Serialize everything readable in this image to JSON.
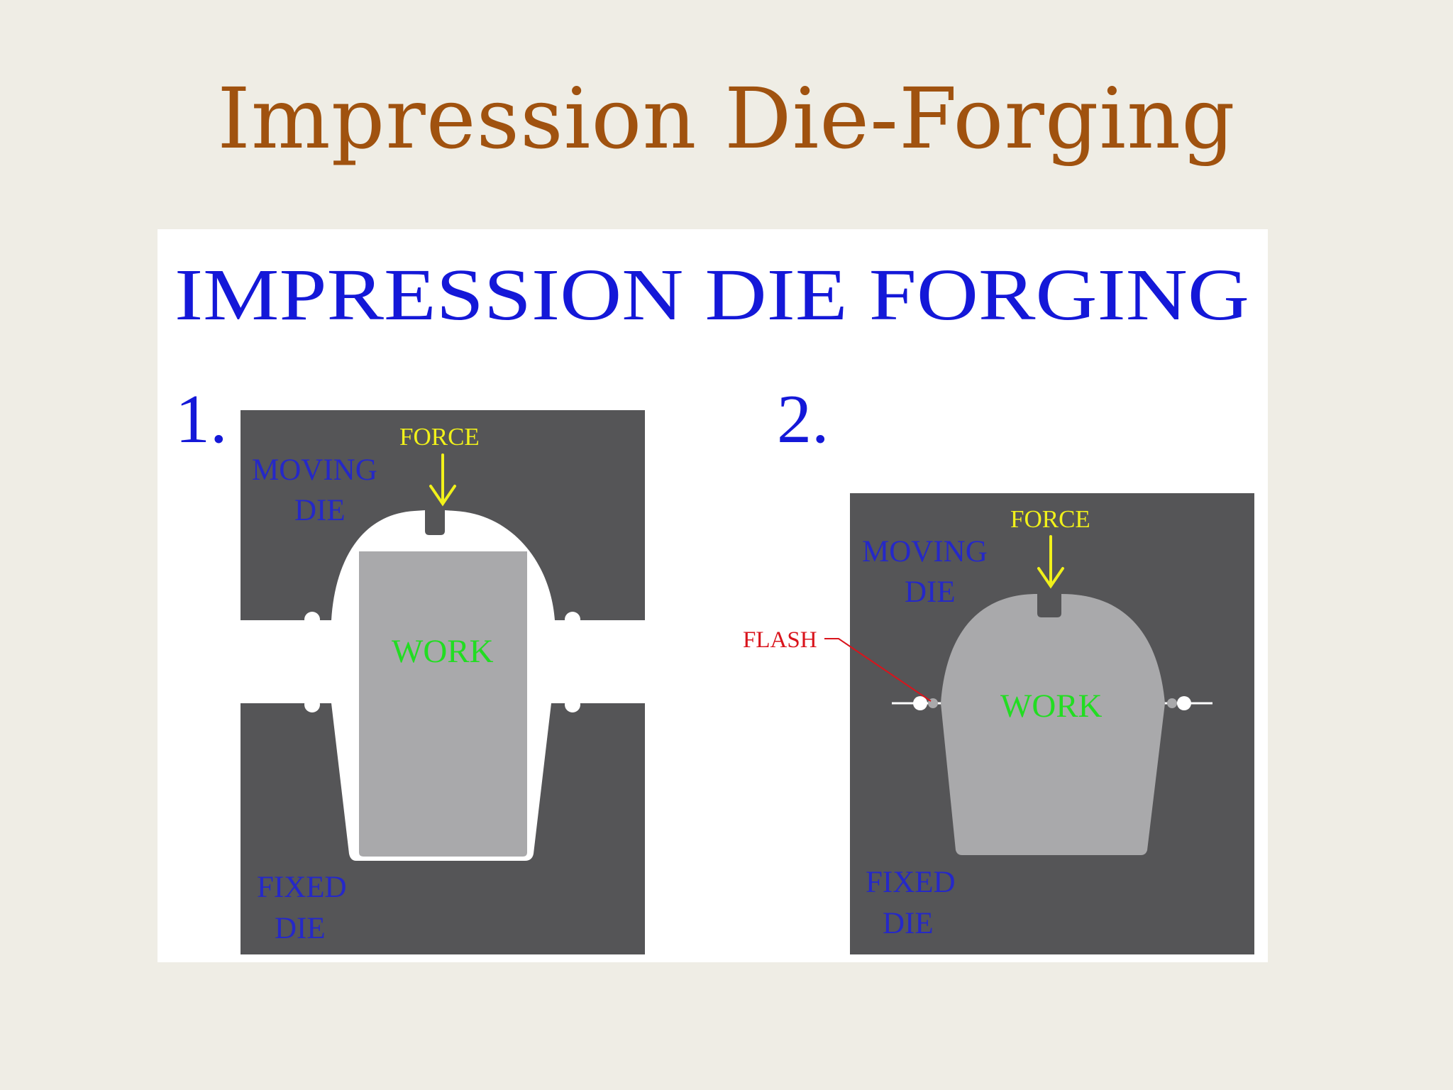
{
  "slide": {
    "title": "Impression Die-Forging"
  },
  "figure": {
    "heading": "IMPRESSION DIE FORGING",
    "colors": {
      "die": "#555557",
      "work": "#a9a9ab",
      "heading": "#1418d8",
      "die_label": "#2528c8",
      "force": "#f1f11a",
      "work_label": "#22dd22",
      "flash": "#d9141c"
    },
    "step1": {
      "number": "1.",
      "force": "FORCE",
      "moving_die": [
        "MOVING",
        "DIE"
      ],
      "work": "WORK",
      "fixed_die": [
        "FIXED",
        "DIE"
      ]
    },
    "step2": {
      "number": "2.",
      "force": "FORCE",
      "moving_die": [
        "MOVING",
        "DIE"
      ],
      "flash": "FLASH",
      "work": "WORK",
      "fixed_die": [
        "FIXED",
        "DIE"
      ]
    }
  }
}
